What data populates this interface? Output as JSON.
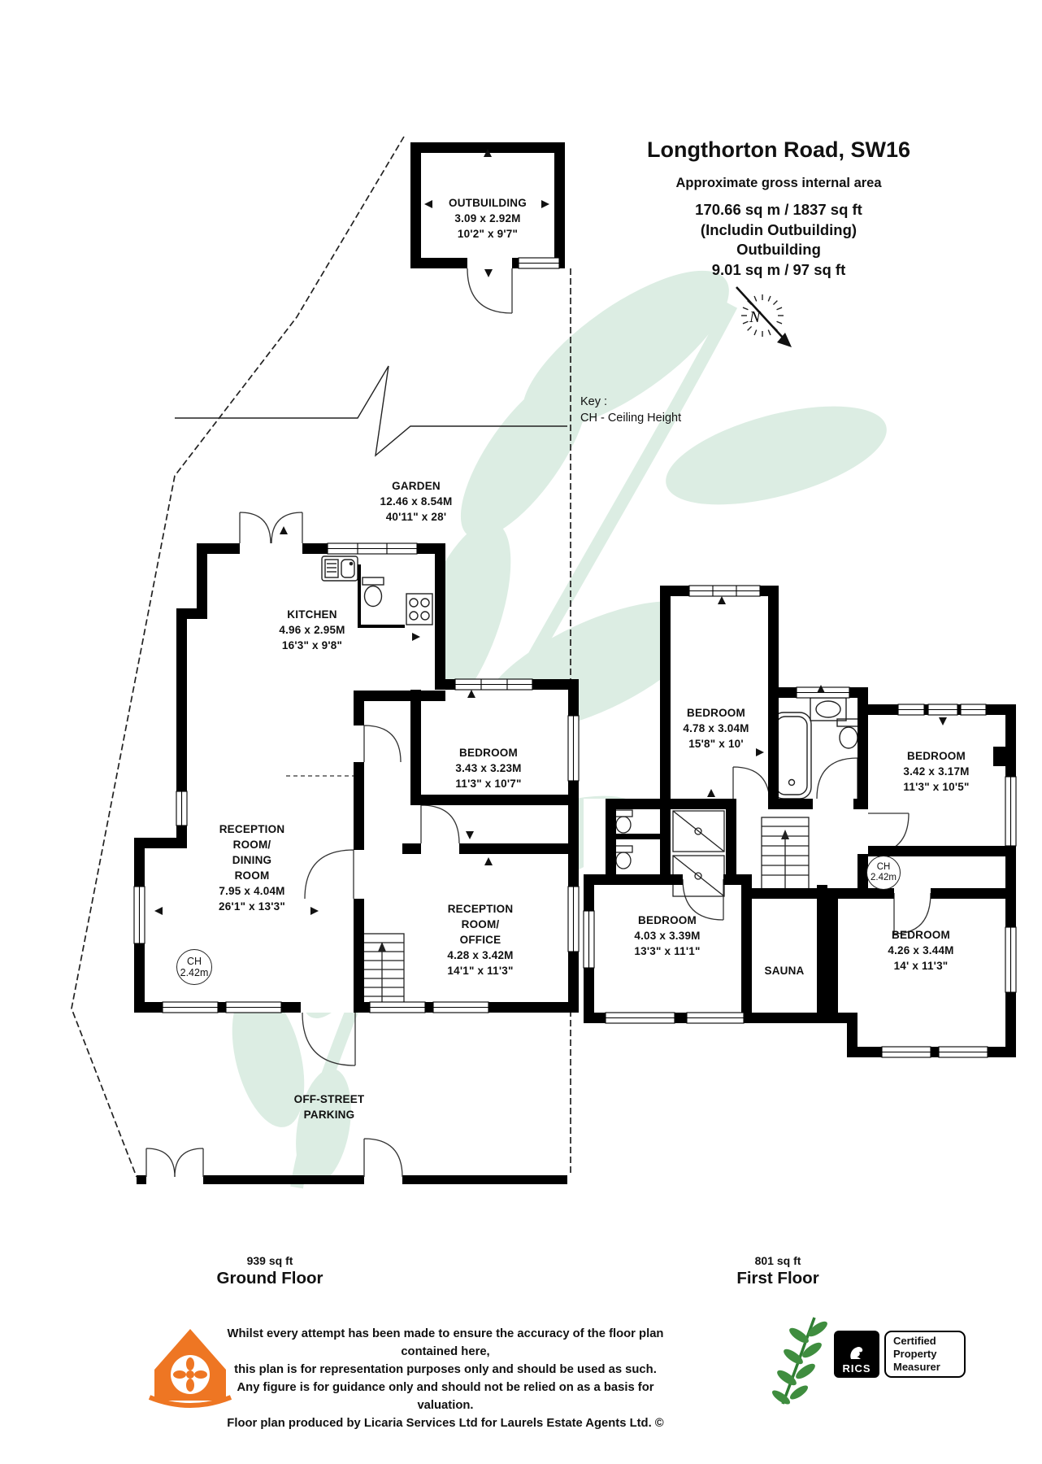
{
  "header": {
    "title": "Longthorton Road, SW16",
    "subtitle": "Approximate gross internal area",
    "area_line1": "170.66 sq m /  1837 sq ft",
    "area_line2": "(Includin Outbuilding)",
    "area_line3": "Outbuilding",
    "area_line4": "9.01 sq m /  97 sq ft"
  },
  "key": {
    "label": "Key :",
    "entry": "CH - Ceiling Height"
  },
  "compass": {
    "north_label": "N"
  },
  "ground_floor": {
    "caption_area": "939 sq ft",
    "caption": "Ground Floor",
    "ch_badge": "CH\n2.42m",
    "rooms": {
      "outbuilding": {
        "label": "OUTBUILDING\n3.09 x 2.92M\n10'2\" x 9'7\""
      },
      "garden": {
        "label": "GARDEN\n12.46 x 8.54M\n40'11\" x 28'"
      },
      "kitchen": {
        "label": "KITCHEN\n4.96 x 2.95M\n16'3\" x 9'8\""
      },
      "bedroom": {
        "label": "BEDROOM\n3.43 x 3.23M\n11'3\" x 10'7\""
      },
      "reception_dining": {
        "label": "RECEPTION\nROOM/\nDINING\nROOM\n7.95 x 4.04M\n26'1\" x 13'3\""
      },
      "reception_office": {
        "label": "RECEPTION\nROOM/\nOFFICE\n4.28 x 3.42M\n14'1\" x 11'3\""
      },
      "parking": {
        "label": "OFF-STREET\nPARKING"
      }
    }
  },
  "first_floor": {
    "caption_area": "801 sq ft",
    "caption": "First Floor",
    "ch_badge": "CH\n2.42m",
    "rooms": {
      "bedroom_top": {
        "label": "BEDROOM\n4.78 x 3.04M\n15'8\" x 10'"
      },
      "bedroom_right": {
        "label": "BEDROOM\n3.42 x 3.17M\n11'3\" x 10'5\""
      },
      "bedroom_bottom_left": {
        "label": "BEDROOM\n4.03 x 3.39M\n13'3\" x 11'1\""
      },
      "bedroom_bottom_right": {
        "label": "BEDROOM\n4.26 x 3.44M\n14' x 11'3\""
      },
      "sauna": {
        "label": "SAUNA"
      }
    }
  },
  "footer": {
    "disclaimer_line1": "Whilst every attempt has been made to ensure the accuracy of the floor plan contained here,",
    "disclaimer_line2": "this plan is for representation purposes only and should be used as such.",
    "disclaimer_line3": "Any figure is for guidance only and should not be relied on as a basis for valuation.",
    "disclaimer_line4": "Floor plan produced by Licaria Services Ltd for Laurels Estate Agents Ltd. ©",
    "rics_label": "RICS",
    "certification": "Certified\nProperty\nMeasurer"
  },
  "colors": {
    "accent_orange": "#ee7623",
    "brand_green": "#2e7d32",
    "watermark_green": "#dcede3",
    "wall_black": "#000000"
  }
}
